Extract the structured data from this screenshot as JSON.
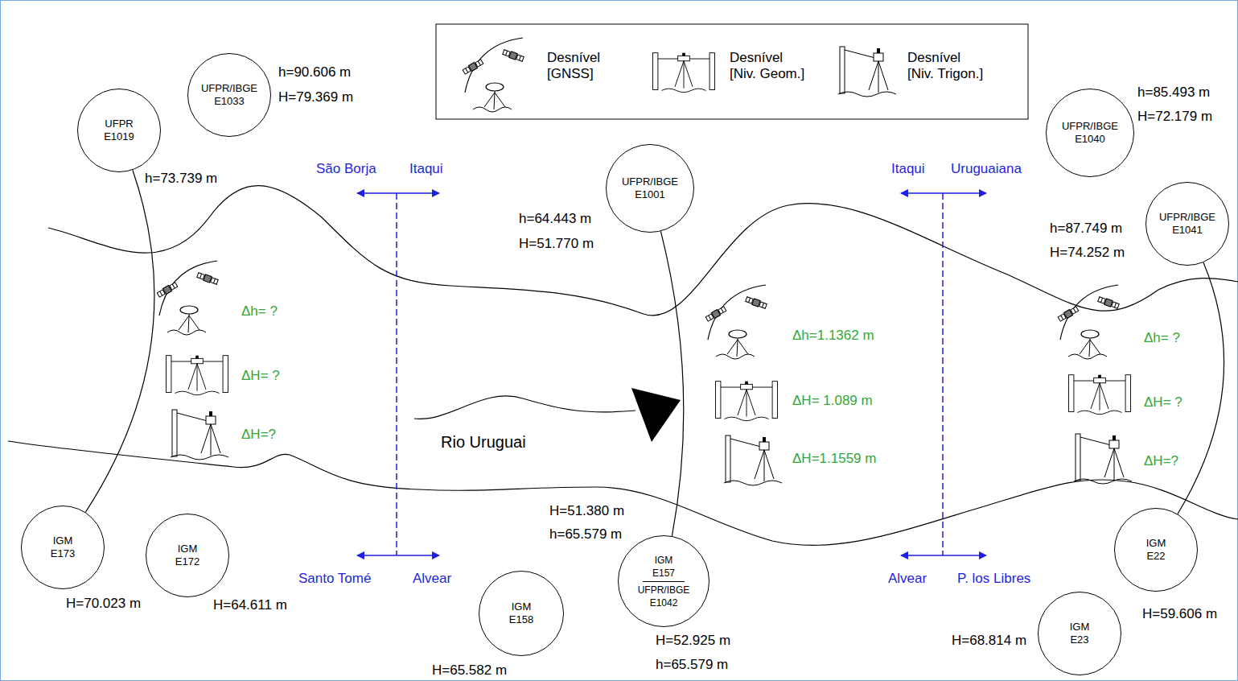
{
  "diagram": {
    "nodes": [
      {
        "text": [
          "UFPR/IBGE E1033"
        ]
      },
      {
        "text": [
          "UFPR E1019"
        ]
      },
      {
        "text": [
          "UFPR/IBGE E1040"
        ]
      },
      {
        "text": [
          "UFPR/IBGE E1001"
        ]
      },
      {
        "text": [
          "UFPR/IBGE E1041"
        ]
      },
      {
        "text": [
          "IGM E173"
        ]
      },
      {
        "text": [
          "IGM E172"
        ]
      },
      {
        "text": [
          "IGM E157",
          "UFPR/IBGE E1042"
        ]
      },
      {
        "text": [
          "IGM E22"
        ]
      },
      {
        "text": [
          "IGM E158"
        ]
      },
      {
        "text": [
          "IGM E23"
        ]
      }
    ],
    "edges": [
      {
        "from": 1,
        "to": 5,
        "arrow": "none"
      },
      {
        "from": 3,
        "to": 7,
        "arrow": "none"
      },
      {
        "from": 4,
        "to": 8,
        "arrow": "none"
      }
    ],
    "labels": [
      "h=90.606 m",
      "H=79.369 m",
      "h=73.739 m",
      "São Borja",
      "Itaqui",
      "h=64.443 m",
      "H=51.770 m",
      "Itaqui",
      "Uruguaiana",
      "h=85.493 m",
      "H=72.179 m",
      "h=87.749 m",
      "H=74.252 m",
      "Δh= ?",
      "ΔH= ?",
      "ΔH=?",
      "Δh=1.1362 m",
      "ΔH= 1.089 m",
      "ΔH=1.1559 m",
      "Rio Uruguai",
      "Δh= ?",
      "ΔH= ?",
      "ΔH=?",
      "H=51.380 m",
      "h=65.579 m",
      "Santo Tomé",
      "Alvear",
      "Alvear",
      "P. los Libres",
      "H=70.023 m",
      "H=64.611 m",
      "H=59.606 m",
      "H=52.925 m",
      "h=65.579 m",
      "H=65.582 m",
      "H=68.814 m"
    ],
    "legend": [
      {
        "text": "Desnível [GNSS]"
      },
      {
        "text": "Desnível [Niv. Geom.]"
      },
      {
        "text": "Desnível [Niv. Trigon.]"
      }
    ]
  }
}
